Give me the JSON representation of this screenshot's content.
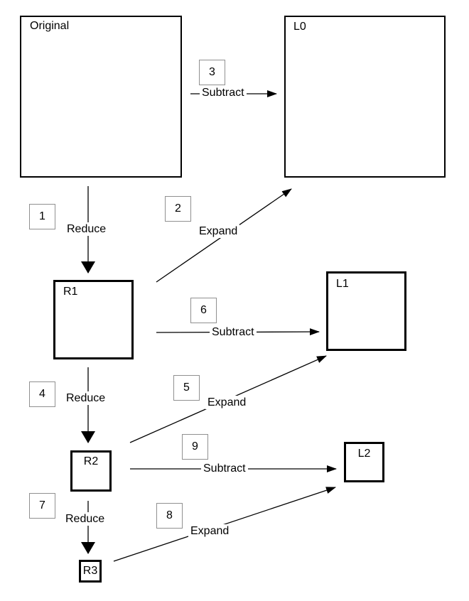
{
  "diagram": {
    "description": "Laplacian pyramid construction diagram",
    "colors": {
      "background": "#ffffff",
      "line": "#000000",
      "node_border": "#000000",
      "step_box_border": "#909090",
      "text": "#000000"
    },
    "nodes": {
      "original": {
        "label": "Original"
      },
      "l0": {
        "label": "L0"
      },
      "r1": {
        "label": "R1"
      },
      "l1": {
        "label": "L1"
      },
      "r2": {
        "label": "R2"
      },
      "l2": {
        "label": "L2"
      },
      "r3": {
        "label": "R3"
      }
    },
    "steps": {
      "s1": {
        "num": "1",
        "op": "Reduce"
      },
      "s2": {
        "num": "2",
        "op": "Expand"
      },
      "s3": {
        "num": "3",
        "op": "Subtract"
      },
      "s4": {
        "num": "4",
        "op": "Reduce"
      },
      "s5": {
        "num": "5",
        "op": "Expand"
      },
      "s6": {
        "num": "6",
        "op": "Subtract"
      },
      "s7": {
        "num": "7",
        "op": "Reduce"
      },
      "s8": {
        "num": "8",
        "op": "Expand"
      },
      "s9": {
        "num": "9",
        "op": "Subtract"
      }
    }
  }
}
